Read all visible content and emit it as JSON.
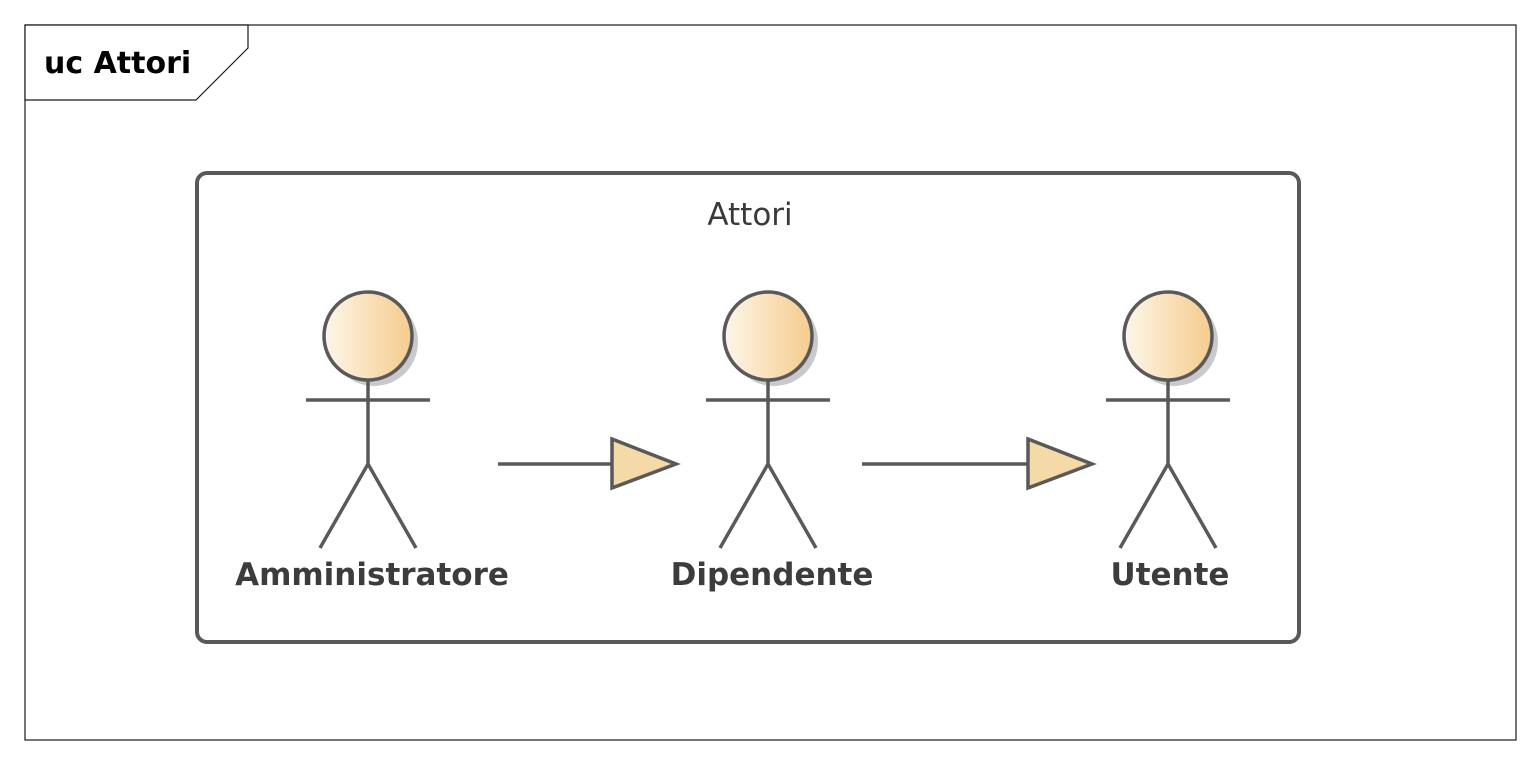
{
  "frame": {
    "title": "uc Attori"
  },
  "boundary": {
    "title": "Attori"
  },
  "actors": [
    {
      "id": "amministratore",
      "label": "Amministratore"
    },
    {
      "id": "dipendente",
      "label": "Dipendente"
    },
    {
      "id": "utente",
      "label": "Utente"
    }
  ],
  "generalizations": [
    {
      "from": "Amministratore",
      "to": "Dipendente"
    },
    {
      "from": "Dipendente",
      "to": "Utente"
    }
  ],
  "colors": {
    "stroke": "#595959",
    "actor_head_light": "#fdf1e0",
    "actor_head_dark": "#f5cf92",
    "arrowhead_fill": "#f5d9a8",
    "shadow": "#c9c9c9"
  }
}
